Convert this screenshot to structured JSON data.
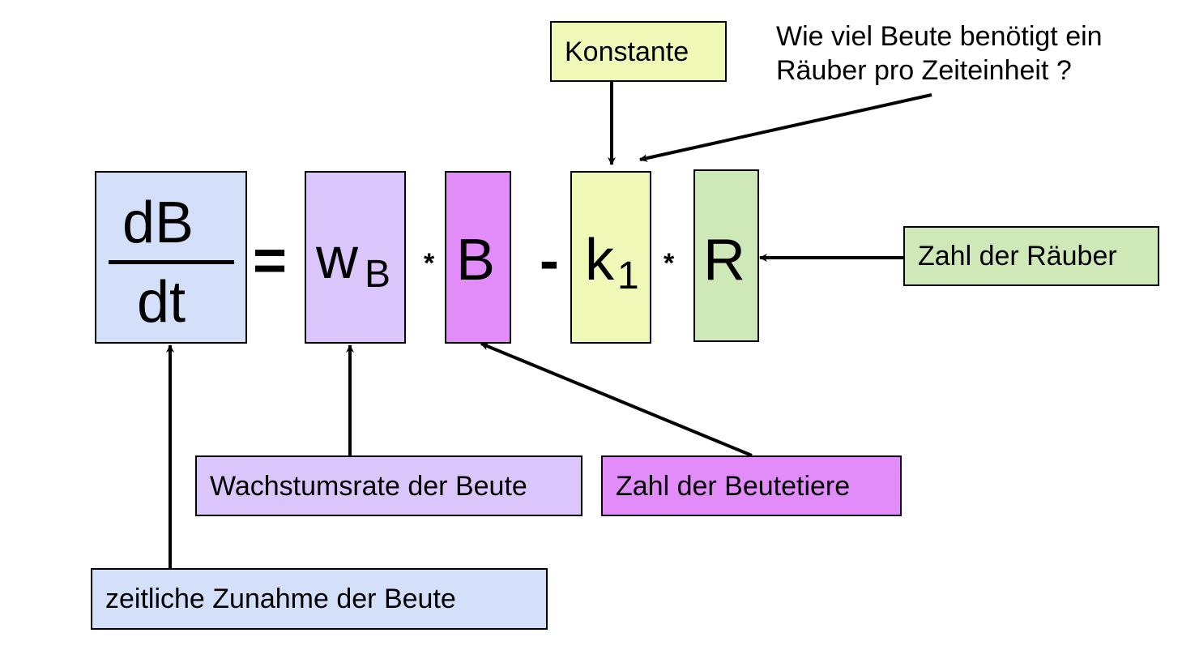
{
  "colors": {
    "blue": "#d4e0fa",
    "lavender": "#dac6fb",
    "magenta": "#e18cf9",
    "yellow": "#f0f8b8",
    "green": "#cfe8b7",
    "outline": "#000000"
  },
  "equation": {
    "numerator": "dB",
    "denominator": "dt",
    "equals": "=",
    "w": "w",
    "w_subscript": "B",
    "times1": "*",
    "B": "B",
    "minus": "-",
    "k": "k",
    "k_subscript": "1",
    "times2": "*",
    "R": "R"
  },
  "labels": {
    "konstante": "Konstante",
    "question_line1": "Wie viel Beute benötigt ein",
    "question_line2": "Räuber pro Zeiteinheit ?",
    "zahl_raeuber": "Zahl der Räuber",
    "wachstumsrate": "Wachstumsrate der Beute",
    "zahl_beutetiere": "Zahl der Beutetiere",
    "zeitliche_zunahme": "zeitliche Zunahme der Beute"
  }
}
